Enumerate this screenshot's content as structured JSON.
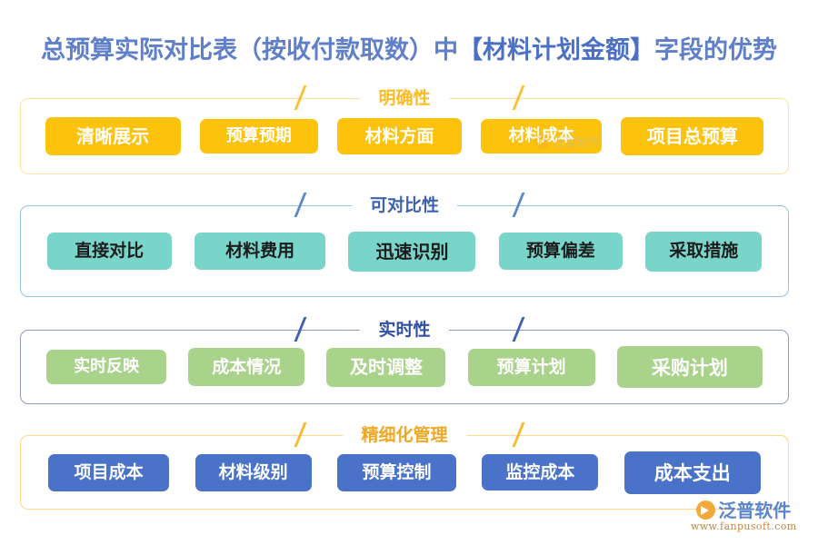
{
  "title": {
    "prefix": "总预算实际对比表（按收付款取数）中",
    "highlight": "【材料计划金额】",
    "suffix": "字段的优势",
    "color": "#5f7fc9",
    "highlight_color": "#4a6fc4"
  },
  "sections": [
    {
      "name": "clarity",
      "title": "明确性",
      "border_color": "#fae3a0",
      "title_color": "#f9bc26",
      "chip_bg": "#fcc20c",
      "chip_text_color": "#ffffff",
      "chips": [
        {
          "label": "清晰展示",
          "width": 149,
          "height": 42,
          "font_size": 20
        },
        {
          "label": "预算预期",
          "width": 130,
          "height": 38,
          "font_size": 18
        },
        {
          "label": "材料方面",
          "width": 137,
          "height": 40,
          "font_size": 19
        },
        {
          "label": "材料成本",
          "width": 133,
          "height": 38,
          "font_size": 18
        },
        {
          "label": "项目总预算",
          "width": 157,
          "height": 42,
          "font_size": 20
        }
      ]
    },
    {
      "name": "comparability",
      "title": "可对比性",
      "border_color": "#8fc4e8",
      "title_color": "#3c62b0",
      "chip_bg": "#79d4ca",
      "chip_text_color": "#1c1c1c",
      "chips": [
        {
          "label": "直接对比",
          "width": 137,
          "height": 41,
          "font_size": 19
        },
        {
          "label": "材料费用",
          "width": 144,
          "height": 41,
          "font_size": 19
        },
        {
          "label": "迅速识别",
          "width": 140,
          "height": 44,
          "font_size": 20
        },
        {
          "label": "预算偏差",
          "width": 136,
          "height": 41,
          "font_size": 19
        },
        {
          "label": "采取措施",
          "width": 128,
          "height": 44,
          "font_size": 19
        }
      ]
    },
    {
      "name": "real-time",
      "title": "实时性",
      "border_color": "#9299c9",
      "title_color": "#2f4fa3",
      "chip_bg": "#a9d28b",
      "chip_text_color": "#ffffff",
      "chips": [
        {
          "label": "实时反映",
          "width": 132,
          "height": 38,
          "font_size": 18
        },
        {
          "label": "成本情况",
          "width": 128,
          "height": 42,
          "font_size": 19
        },
        {
          "label": "及时调整",
          "width": 131,
          "height": 43,
          "font_size": 20
        },
        {
          "label": "预算计划",
          "width": 140,
          "height": 41,
          "font_size": 19
        },
        {
          "label": "采购计划",
          "width": 160,
          "height": 46,
          "font_size": 21
        }
      ]
    },
    {
      "name": "refined-management",
      "title": "精细化管理",
      "border_color": "#fbd98a",
      "title_color": "#f0a824",
      "chip_bg": "#4a72c8",
      "chip_text_color": "#ffffff",
      "chips": [
        {
          "label": "项目成本",
          "width": 133,
          "height": 41,
          "font_size": 19
        },
        {
          "label": "材料级别",
          "width": 128,
          "height": 41,
          "font_size": 19
        },
        {
          "label": "预算控制",
          "width": 131,
          "height": 41,
          "font_size": 19
        },
        {
          "label": "监控成本",
          "width": 128,
          "height": 40,
          "font_size": 19
        },
        {
          "label": "成本支出",
          "width": 150,
          "height": 47,
          "font_size": 21
        }
      ]
    }
  ],
  "watermark": {
    "text": "泛普软件"
  },
  "logo": {
    "name": "泛普软件",
    "url": "www.fanpusoft.com",
    "name_color": "#5b86cd",
    "url_color": "#c2883c",
    "mark_color": "#f2a93b"
  }
}
